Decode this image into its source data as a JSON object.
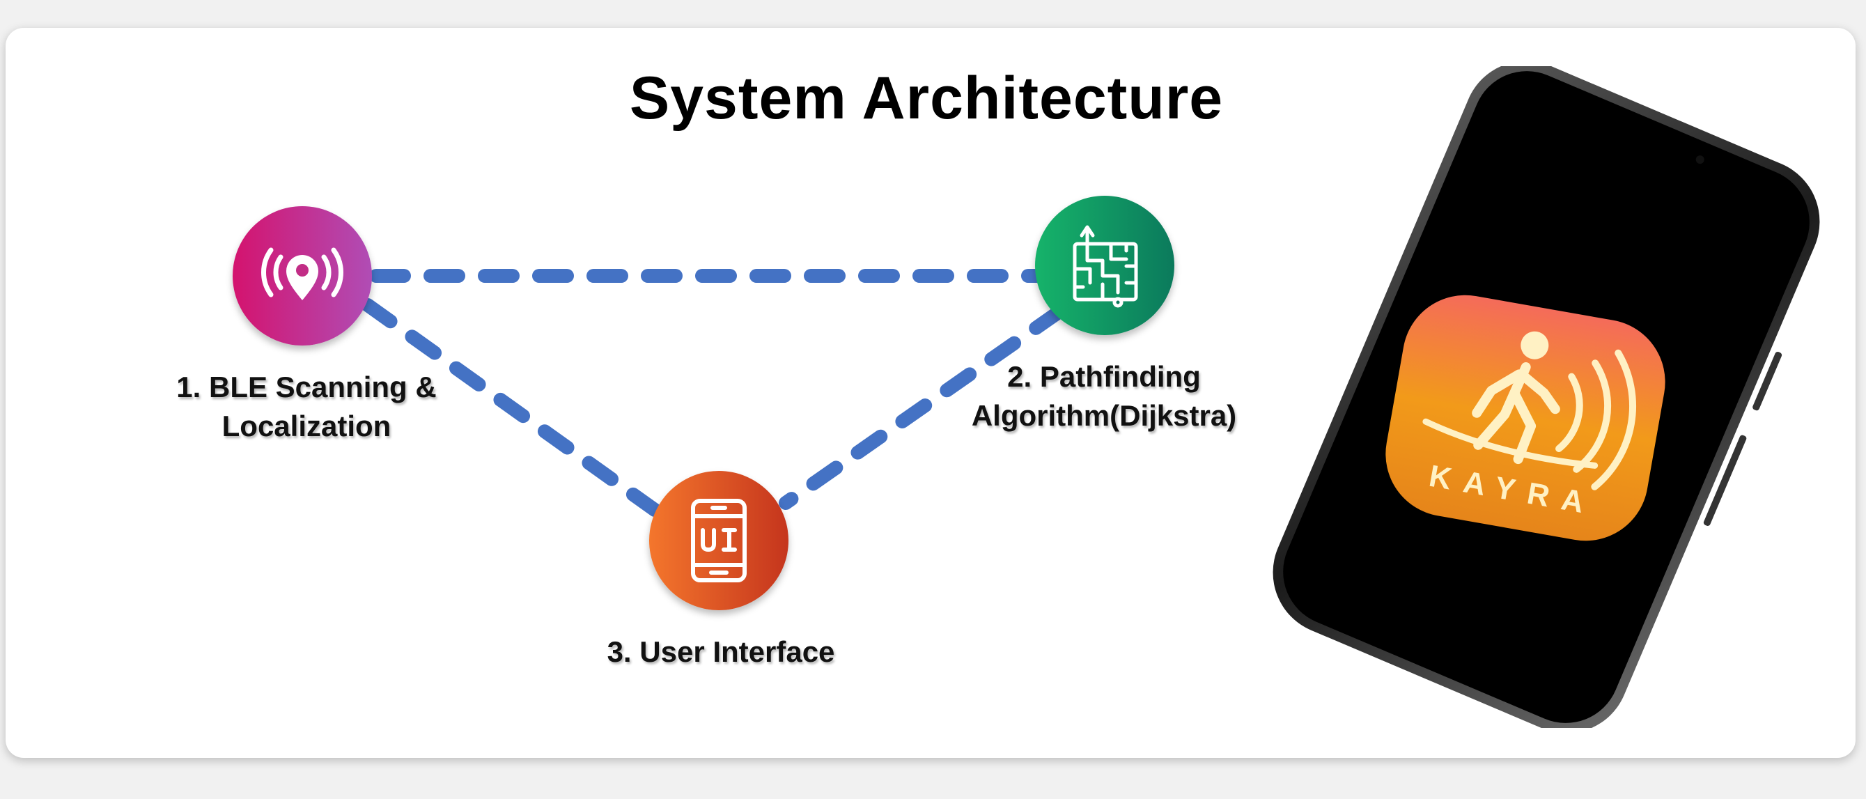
{
  "title": "System Architecture",
  "nodes": [
    {
      "label_line1": "1. BLE Scanning &",
      "label_line2": "Localization",
      "icon": "location-signal-icon",
      "gradient": [
        "#d4136e",
        "#b04db5"
      ]
    },
    {
      "label_line1": "2. Pathfinding",
      "label_line2": "Algorithm(Dijkstra)",
      "icon": "maze-path-icon",
      "gradient": [
        "#16b36a",
        "#0b7a5c"
      ]
    },
    {
      "label_line1": "3. User Interface",
      "icon": "ui-screen-icon",
      "gradient": [
        "#f4762c",
        "#c5351d"
      ]
    }
  ],
  "connector_color": "#4472c4",
  "app": {
    "name": "KAYRA",
    "icon": "walking-person-signal-icon",
    "gradient": [
      "#f46b5a",
      "#f29a1a",
      "#e6851a"
    ]
  }
}
